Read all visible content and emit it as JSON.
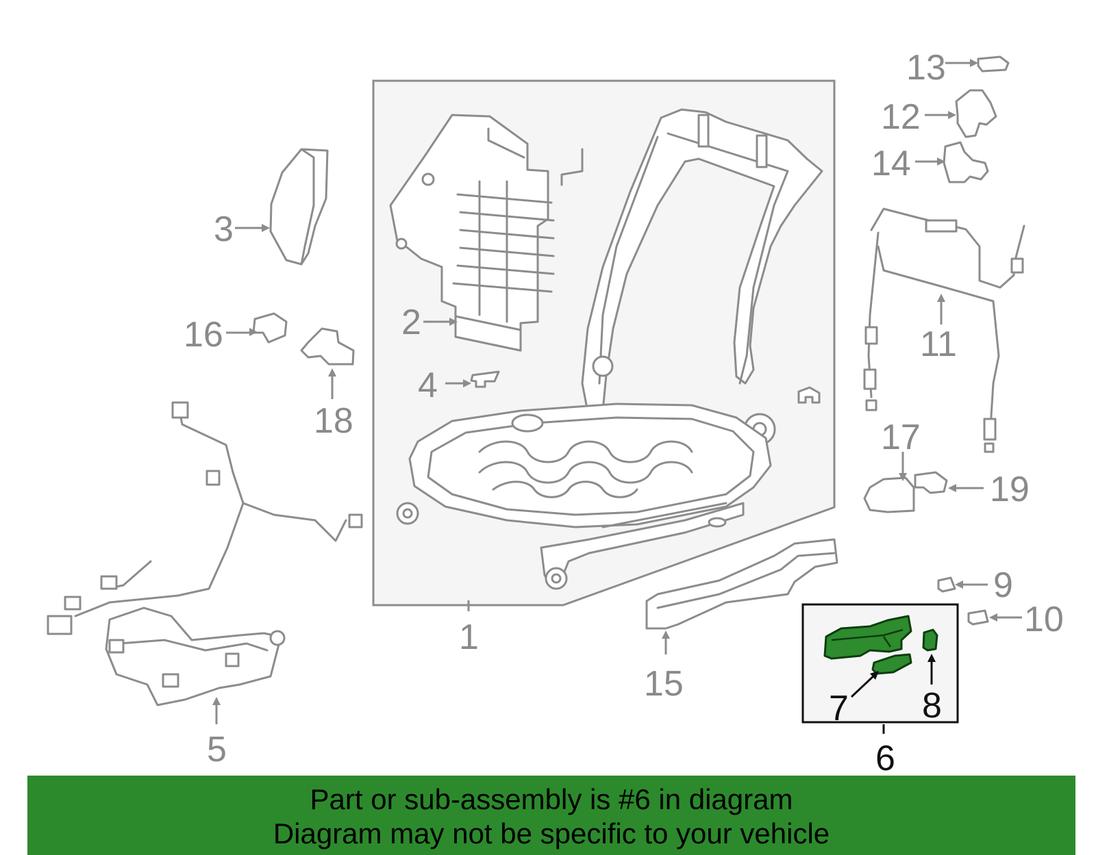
{
  "diagram": {
    "callouts": {
      "c1": "1",
      "c2": "2",
      "c3": "3",
      "c4": "4",
      "c5": "5",
      "c6": "6",
      "c7": "7",
      "c8": "8",
      "c9": "9",
      "c10": "10",
      "c11": "11",
      "c12": "12",
      "c13": "13",
      "c14": "14",
      "c15": "15",
      "c16": "16",
      "c17": "17",
      "c18": "18",
      "c19": "19"
    },
    "highlighted_part": "6",
    "colors": {
      "line": "#8c8c8c",
      "highlight_fill": "#2e8b2e",
      "highlight_stroke": "#0e3d0e",
      "box_fill": "#f5f5f5",
      "banner": "#2c8a2c"
    }
  },
  "banner": {
    "line1": "Part or sub-assembly is #6 in diagram",
    "line2": "Diagram may not be specific to your vehicle"
  }
}
